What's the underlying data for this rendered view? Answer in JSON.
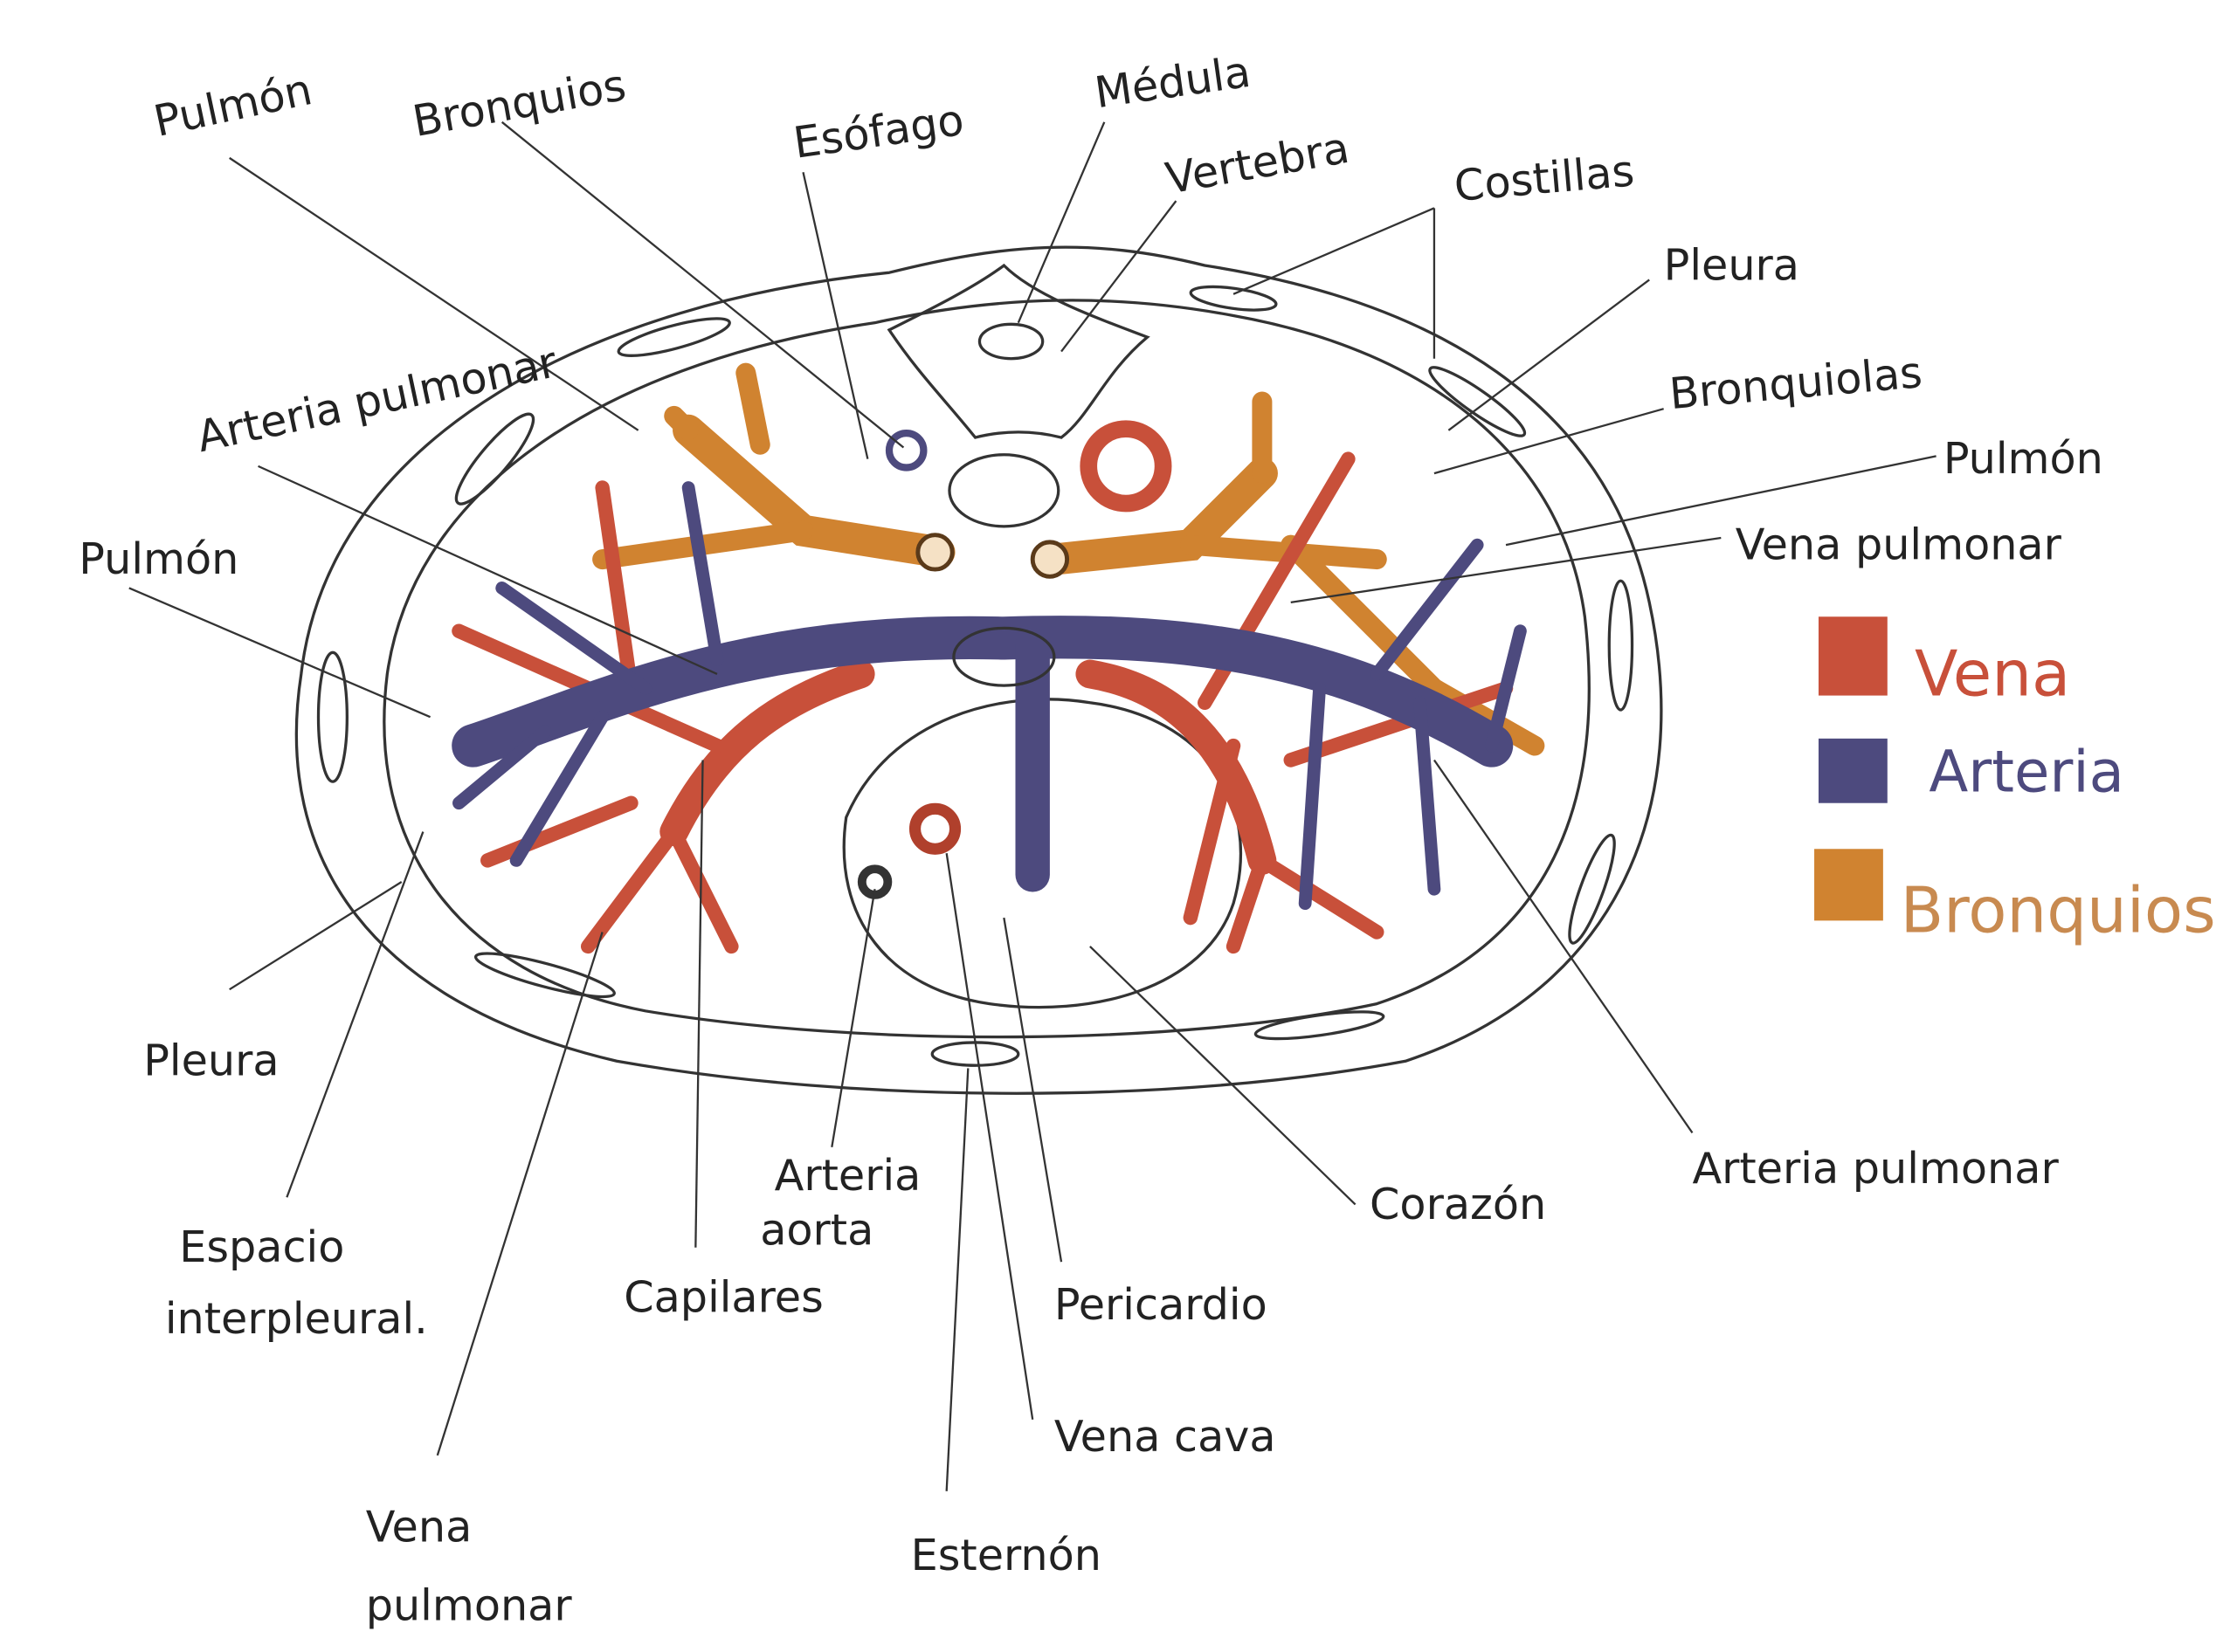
{
  "title": "Corte transversal del tórax",
  "labels": {
    "pulmon_top": "Pulmón",
    "bronquios": "Bronquios",
    "esofago": "Esófago",
    "medula": "Médula",
    "vertebra": "Vertebra",
    "costillas": "Costillas",
    "pleura_right": "Pleura",
    "bronquiolas": "Bronquiolas",
    "pulmon_right": "Pulmón",
    "vena_pulmonar_right": "Vena pulmonar",
    "arteria_pulmonar_left": "Arteria pulmonar",
    "pulmon_left": "Pulmón",
    "pleura_left": "Pleura",
    "espacio_interpleural_1": "Espacio",
    "espacio_interpleural_2": "interpleural.",
    "capilares": "Capilares",
    "arteria_aorta_1": "Arteria",
    "arteria_aorta_2": "aorta",
    "pericardio": "Pericardio",
    "vena_cava": "Vena cava",
    "esternon": "Esternón",
    "vena_pulmonar_bottom_1": "Vena",
    "vena_pulmonar_bottom_2": "pulmonar",
    "corazon": "Corazón",
    "arteria_pulmonar_right": "Arteria pulmonar"
  },
  "legend": [
    {
      "label": "Vena",
      "color": "#c8503a"
    },
    {
      "label": "Arteria",
      "color": "#4d4a7e"
    },
    {
      "label": "Bronquios",
      "color": "#d08330"
    }
  ]
}
